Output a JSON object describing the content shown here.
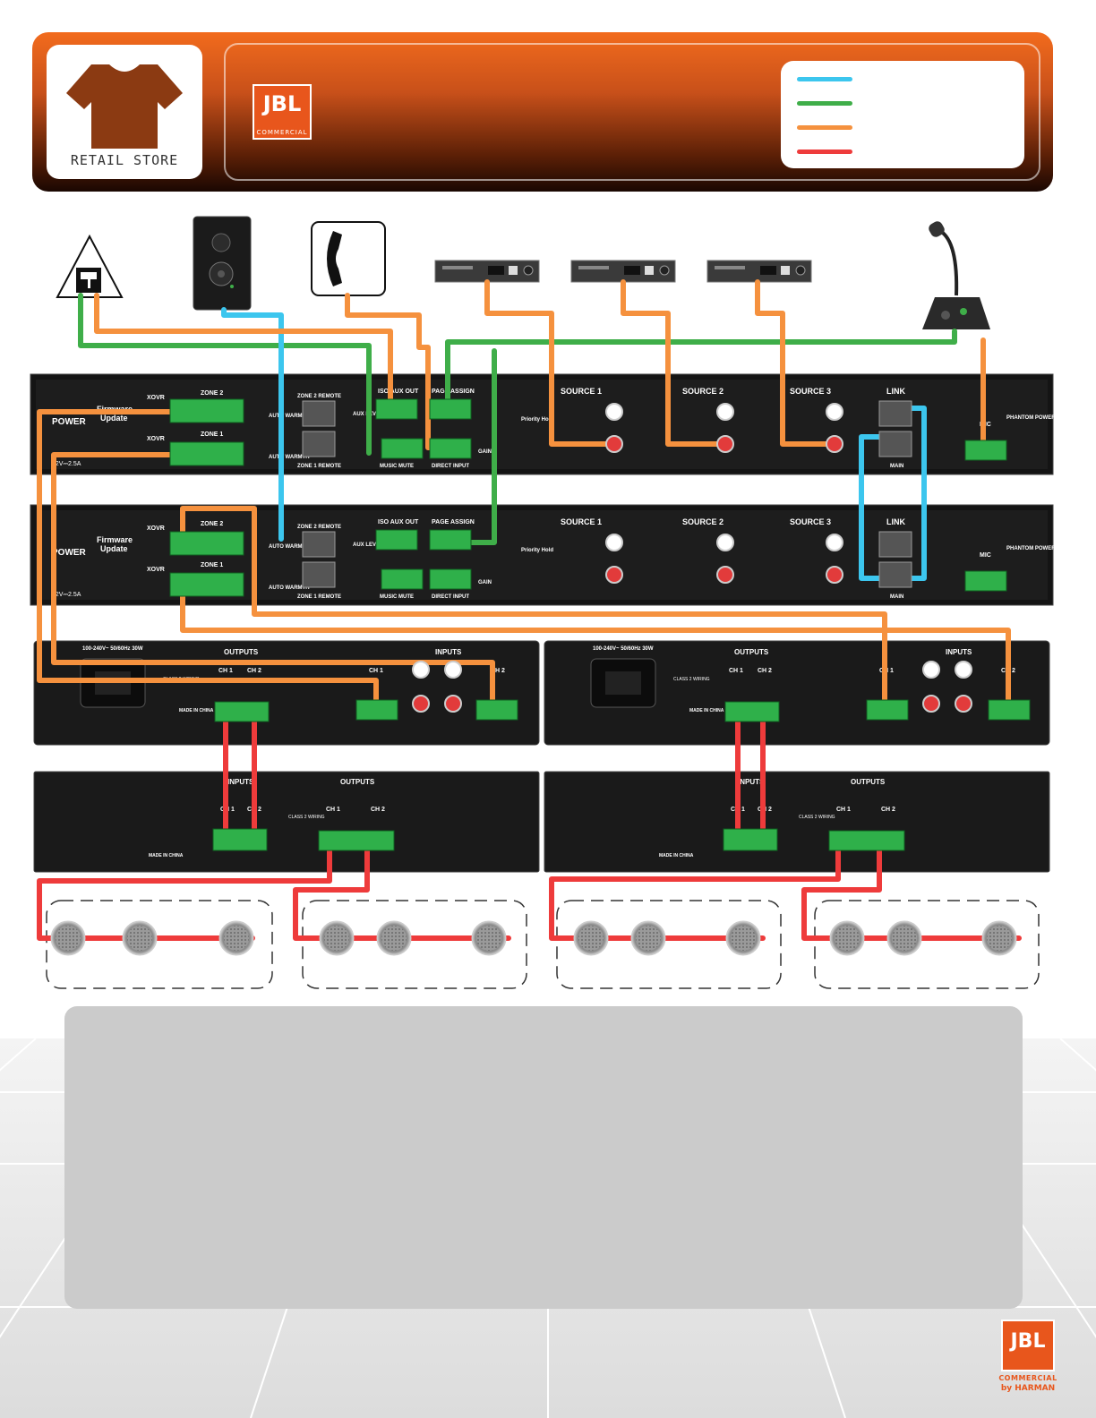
{
  "header": {
    "venue_label": "RETAIL STORE",
    "brand": "JBL",
    "brand_sub": "COMMERCIAL",
    "legend_colors": [
      "#3cc6ee",
      "#3fae49",
      "#f5913e",
      "#ee3b3b"
    ]
  },
  "mixer": {
    "power": "POWER",
    "power_rating": "12V⎓2.5A",
    "firmware": "Firmware",
    "update": "Update",
    "xovr": "XOVR",
    "zone1": "ZONE 1",
    "zone2": "ZONE 2",
    "auto_warmth": "AUTO WARMTH",
    "zone1_remote": "ZONE 1 REMOTE",
    "zone2_remote": "ZONE 2 REMOTE",
    "aux_level": "AUX LEVEL",
    "iso_aux_out": "ISO AUX OUT",
    "music_mute": "MUSIC MUTE",
    "page_assign": "PAGE ASSIGN",
    "direct_input": "DIRECT INPUT",
    "gain": "GAIN",
    "source1": "SOURCE 1",
    "source2": "SOURCE 2",
    "source3": "SOURCE 3",
    "priority_hold": "Priority Hold",
    "link": "LINK",
    "main": "MAIN",
    "mic": "MIC",
    "phantom_power": "PHANTOM POWER"
  },
  "amp": {
    "outputs": "OUTPUTS",
    "inputs": "INPUTS",
    "ch1": "CH 1",
    "ch2": "CH 2",
    "made_in_china": "MADE IN CHINA",
    "voltage": "100-240V~  50/60Hz  30W",
    "class2": "CLASS 2 WIRING"
  },
  "xfmr": {
    "inputs": "INPUTS",
    "outputs": "OUTPUTS",
    "ch1": "CH 1",
    "ch2": "CH 2",
    "class2": "CLASS 2 WIRING",
    "made_in_china": "MADE IN CHINA"
  },
  "footer": {
    "brand": "JBL",
    "commercial": "COMMERCIAL",
    "harman": "by HARMAN"
  }
}
